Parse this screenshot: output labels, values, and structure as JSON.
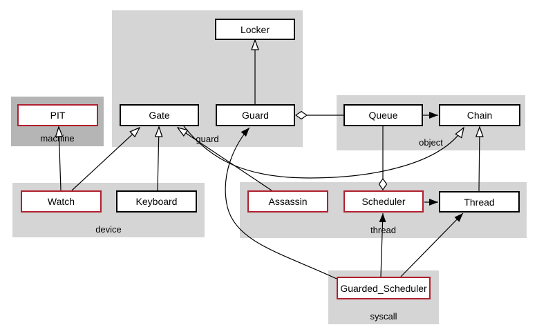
{
  "diagram_type": "uml-class-diagram",
  "colors": {
    "background": "#ffffff",
    "cluster_fill": "#d5d5d5",
    "machine_cluster_fill": "#b5b5b5",
    "node_fill": "#ffffff",
    "node_border": "#000000",
    "highlighted_node_border": "#b01f2e",
    "edge_color": "#000000"
  },
  "clusters": {
    "machine": {
      "label": "machine"
    },
    "guard": {
      "label": "guard"
    },
    "object": {
      "label": "object"
    },
    "device": {
      "label": "device"
    },
    "thread": {
      "label": "thread"
    },
    "syscall": {
      "label": "syscall"
    }
  },
  "nodes": {
    "locker": {
      "label": "Locker",
      "highlighted": false,
      "cluster": "guard"
    },
    "gate": {
      "label": "Gate",
      "highlighted": false,
      "cluster": "guard"
    },
    "guard": {
      "label": "Guard",
      "highlighted": false,
      "cluster": "guard"
    },
    "queue": {
      "label": "Queue",
      "highlighted": false,
      "cluster": "object"
    },
    "chain": {
      "label": "Chain",
      "highlighted": false,
      "cluster": "object"
    },
    "pit": {
      "label": "PIT",
      "highlighted": true,
      "cluster": "machine"
    },
    "watch": {
      "label": "Watch",
      "highlighted": true,
      "cluster": "device"
    },
    "keyboard": {
      "label": "Keyboard",
      "highlighted": false,
      "cluster": "device"
    },
    "assassin": {
      "label": "Assassin",
      "highlighted": true,
      "cluster": "thread"
    },
    "scheduler": {
      "label": "Scheduler",
      "highlighted": true,
      "cluster": "thread"
    },
    "thread": {
      "label": "Thread",
      "highlighted": false,
      "cluster": "thread"
    },
    "guarded_scheduler": {
      "label": "Guarded_Scheduler",
      "highlighted": true,
      "cluster": "syscall"
    }
  },
  "edges": [
    {
      "from": "Guard",
      "to": "Locker",
      "type": "inheritance-hollow-arrow"
    },
    {
      "from": "Watch",
      "to": "PIT",
      "type": "inheritance-hollow-arrow"
    },
    {
      "from": "Watch",
      "to": "Gate",
      "type": "inheritance-hollow-arrow"
    },
    {
      "from": "Keyboard",
      "to": "Gate",
      "type": "inheritance-hollow-arrow"
    },
    {
      "from": "Assassin",
      "to": "Gate",
      "type": "inheritance-hollow-arrow"
    },
    {
      "from": "Gate",
      "to": "Chain",
      "type": "inheritance-hollow-arrow"
    },
    {
      "from": "Thread",
      "to": "Chain",
      "type": "inheritance-hollow-arrow"
    },
    {
      "from": "Queue",
      "to": "Chain",
      "type": "usage-filled-arrow"
    },
    {
      "from": "Guard",
      "to": "Queue",
      "type": "aggregation-diamond-at-Guard"
    },
    {
      "from": "Scheduler",
      "to": "Queue",
      "type": "aggregation-diamond-at-Scheduler"
    },
    {
      "from": "Scheduler",
      "to": "Thread",
      "type": "usage-filled-arrow"
    },
    {
      "from": "Guarded_Scheduler",
      "to": "Scheduler",
      "type": "usage-filled-arrow"
    },
    {
      "from": "Guarded_Scheduler",
      "to": "Thread",
      "type": "usage-filled-arrow"
    },
    {
      "from": "Guarded_Scheduler",
      "to": "Guard",
      "type": "usage-filled-arrow"
    }
  ]
}
